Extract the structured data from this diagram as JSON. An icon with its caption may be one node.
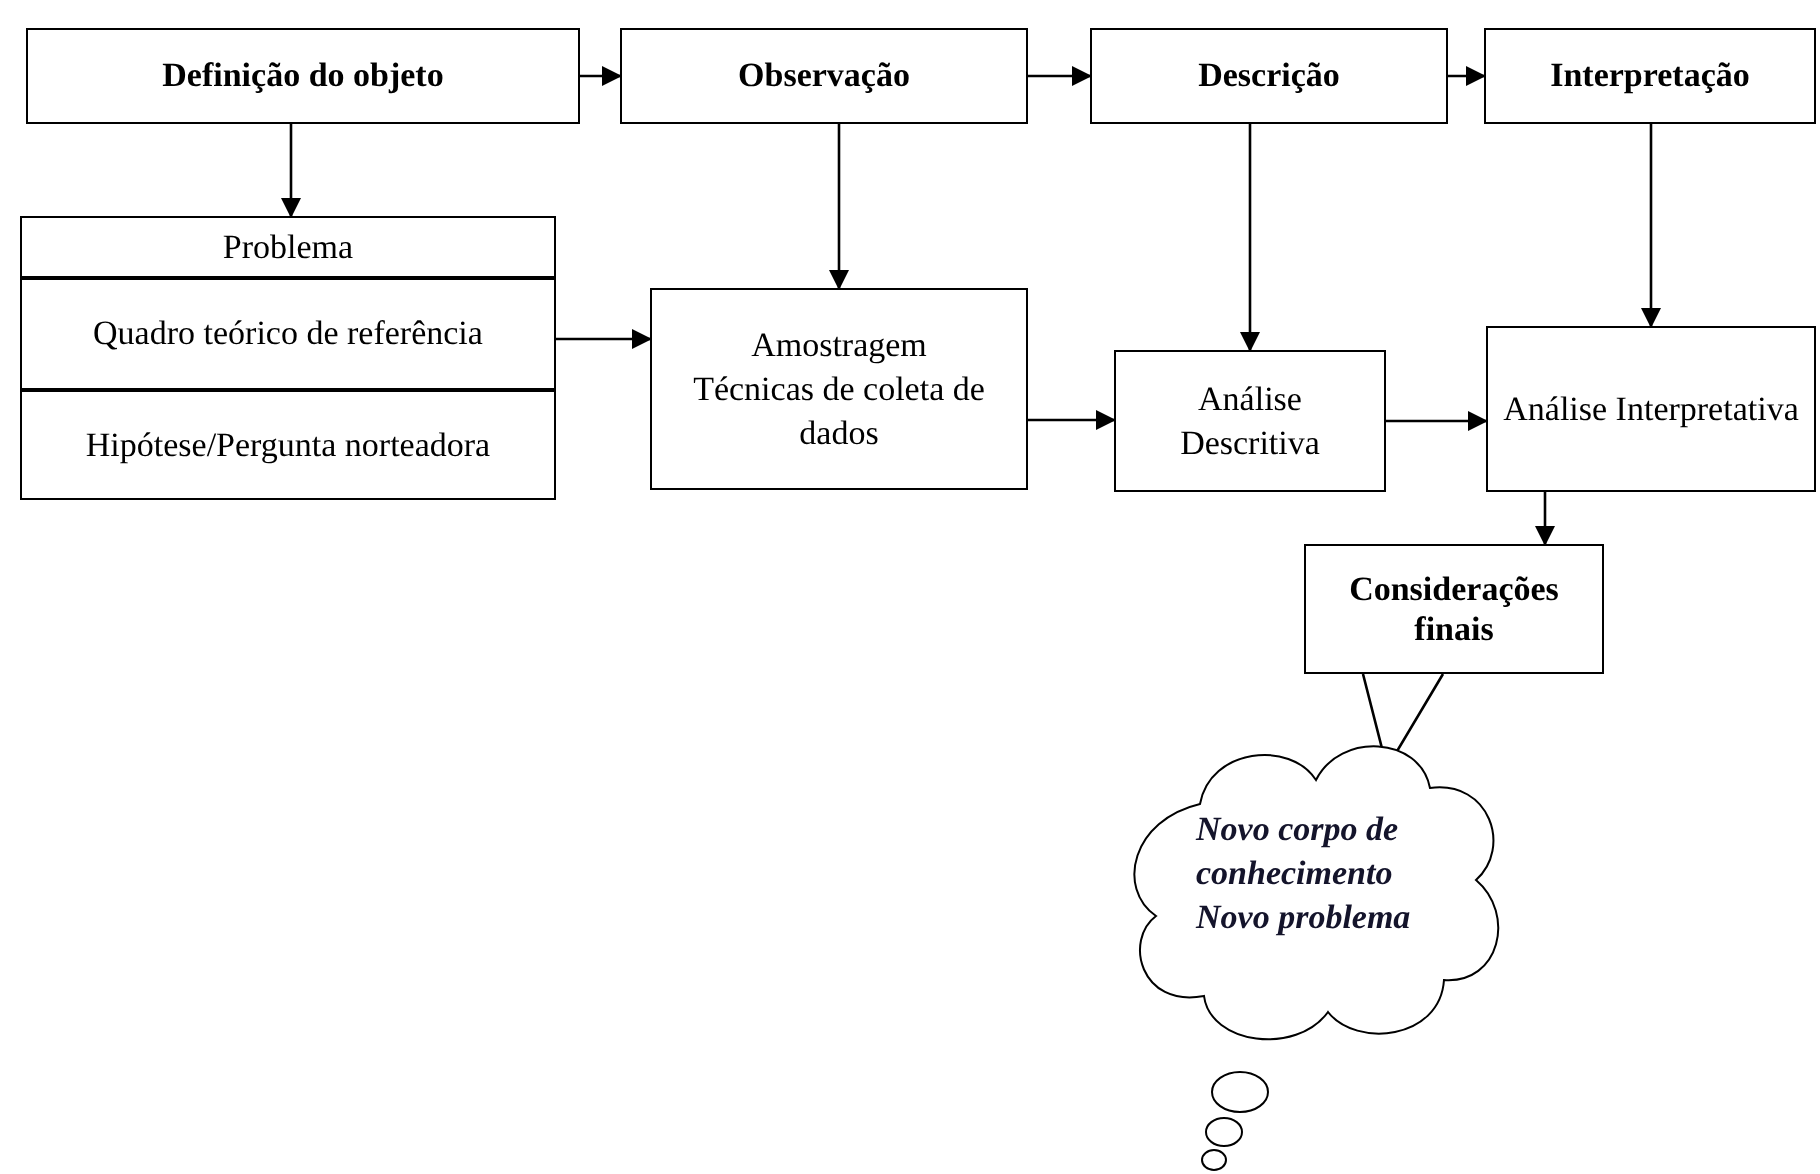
{
  "diagram": {
    "nodes": [
      {
        "text": [
          "Definição do objeto"
        ]
      },
      {
        "text": [
          "Observação"
        ]
      },
      {
        "text": [
          "Descrição"
        ]
      },
      {
        "text": [
          "Interpretação"
        ]
      },
      {
        "text": [
          "Problema"
        ]
      },
      {
        "text": [
          "Quadro teórico de referência"
        ]
      },
      {
        "text": [
          "Hipótese/Pergunta norteadora"
        ]
      },
      {
        "text": [
          "Amostragem",
          "Técnicas de coleta de dados"
        ]
      },
      {
        "text": [
          "Análise Descritiva"
        ]
      },
      {
        "text": [
          "Análise Interpretativa"
        ]
      },
      {
        "text": [
          "Considerações finais"
        ]
      },
      {
        "text": [
          "Novo corpo de conhecimento Novo problema"
        ]
      }
    ],
    "edges": [
      {
        "from": 0,
        "to": 1,
        "arrow": "to"
      },
      {
        "from": 1,
        "to": 2,
        "arrow": "to"
      },
      {
        "from": 2,
        "to": 3,
        "arrow": "to"
      },
      {
        "from": 0,
        "to": 4,
        "arrow": "to"
      },
      {
        "from": 1,
        "to": 7,
        "arrow": "to"
      },
      {
        "from": 2,
        "to": 8,
        "arrow": "to"
      },
      {
        "from": 3,
        "to": 9,
        "arrow": "to"
      },
      {
        "from": 5,
        "to": 7,
        "arrow": "to"
      },
      {
        "from": 7,
        "to": 8,
        "arrow": "to"
      },
      {
        "from": 8,
        "to": 9,
        "arrow": "to"
      },
      {
        "from": 9,
        "to": 10,
        "arrow": "to"
      },
      {
        "from": 10,
        "to": 11,
        "arrow": "none"
      }
    ]
  }
}
